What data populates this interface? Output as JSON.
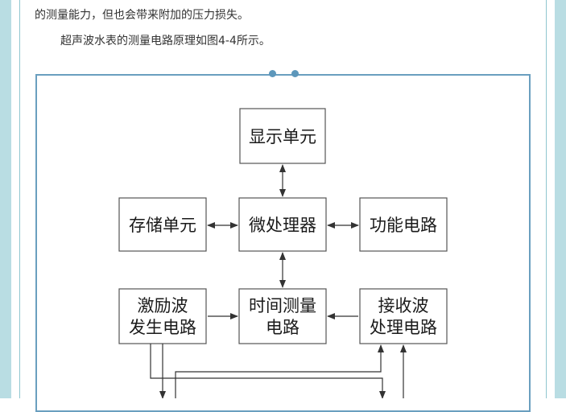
{
  "article": {
    "paragraph_tail": "的测量能力，但也会带来附加的压力损失。",
    "paragraph_intro": "超声波水表的测量电路原理如图4-4所示。"
  },
  "diagram": {
    "display_unit": "显示单元",
    "microprocessor": "微处理器",
    "storage_unit": "存储单元",
    "function_circuit": "功能电路",
    "excitation_line1": "激励波",
    "excitation_line2": "发生电路",
    "timing_line1": "时间测量",
    "timing_line2": "电路",
    "receiver_line1": "接收波",
    "receiver_line2": "处理电路"
  },
  "colors": {
    "sidebar": "#b9dde3",
    "frame_border": "#6a9fbf",
    "box_border": "#555555"
  }
}
